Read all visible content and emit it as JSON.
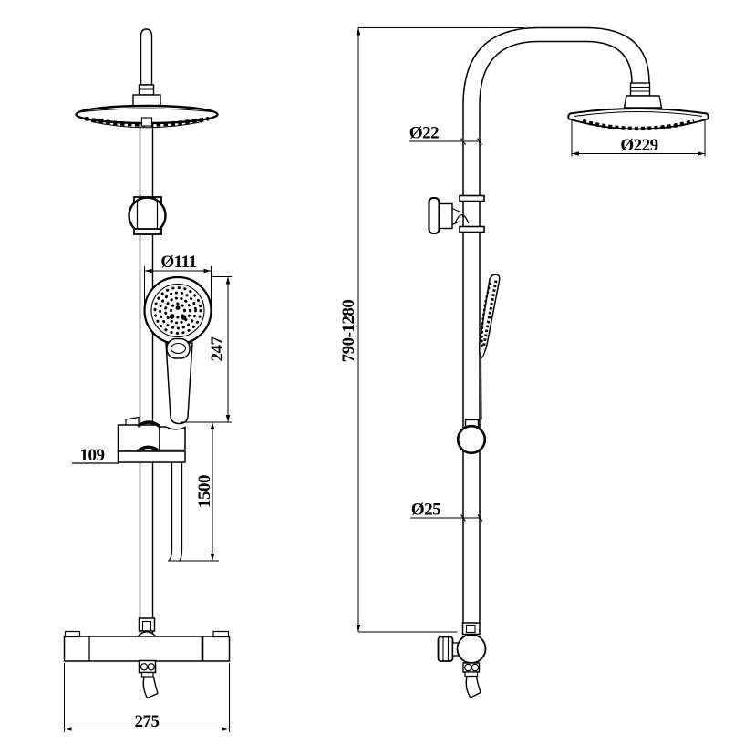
{
  "drawing": {
    "type": "technical-drawing",
    "subject": "shower column set, front and side orthographic views",
    "colors": {
      "line": "#000000",
      "background": "#ffffff"
    },
    "front_view": {
      "dimensions": {
        "handshower_diameter": "Ø111",
        "handshower_length": "247",
        "bracket_size": "109",
        "hose_length": "1500",
        "mixer_width": "275"
      }
    },
    "side_view": {
      "dimensions": {
        "riser_pipe_diameter": "Ø22",
        "adjustable_height_range": "790-1280",
        "lower_pipe_diameter": "Ø25",
        "overhead_shower_diameter": "Ø229"
      }
    }
  }
}
